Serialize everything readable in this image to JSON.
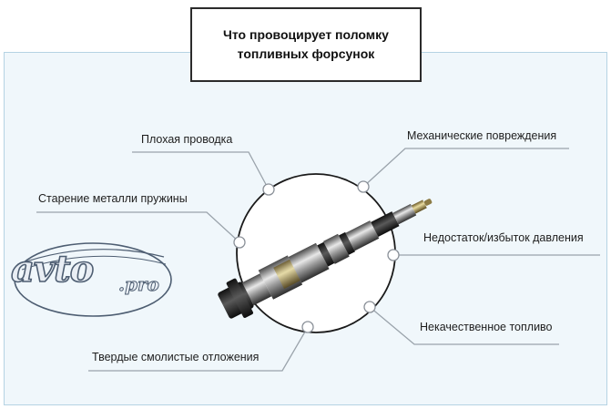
{
  "title": {
    "line1": "Что провоцирует поломку",
    "line2": "топливных форсунок"
  },
  "causes": {
    "bad_wiring": "Плохая проводка",
    "mechanical_damage": "Механические повреждения",
    "spring_aging": "Старение металли пружины",
    "pressure": "Недостаток/избыток давления",
    "bad_fuel": "Некачественное топливо",
    "resin_deposits": "Твердые смолистые отложения"
  },
  "logo": {
    "text": "avto",
    "suffix": ".pro"
  },
  "colors": {
    "panel_bg": "#f0f7fb",
    "panel_border": "#b5d3e3",
    "connector_line": "#9aa3ab",
    "circle_stroke": "#1a1a1a",
    "logo_stroke": "#4e5e72"
  }
}
